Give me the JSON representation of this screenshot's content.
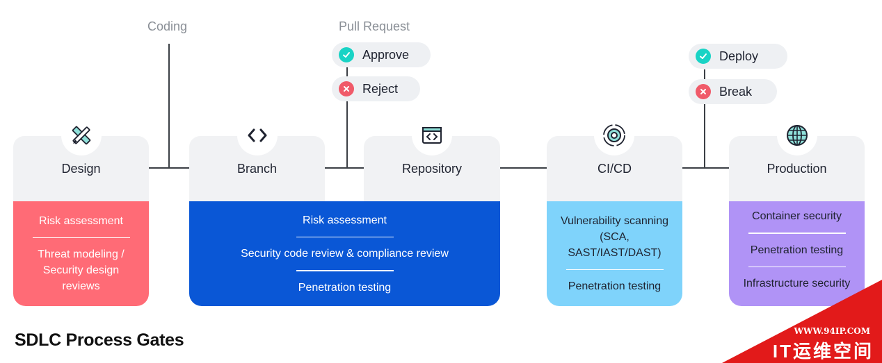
{
  "gates": {
    "coding": "Coding",
    "pull_request": "Pull Request"
  },
  "pr_options": {
    "approve": "Approve",
    "reject": "Reject"
  },
  "deploy_options": {
    "deploy": "Deploy",
    "break": "Break"
  },
  "stages": {
    "design": "Design",
    "branch": "Branch",
    "repository": "Repository",
    "cicd": "CI/CD",
    "production": "Production"
  },
  "panels": {
    "design": [
      "Risk assessment",
      "Threat modeling / Security design reviews"
    ],
    "branch_repo": [
      "Risk assessment",
      "Security code review & compliance review",
      "Penetration testing"
    ],
    "cicd": [
      "Vulnerability scanning (SCA, SAST/IAST/DAST)",
      "Penetration testing"
    ],
    "production": [
      "Container security",
      "Penetration testing",
      "Infrastructure security"
    ]
  },
  "heading": "SDLC Process Gates",
  "watermark": {
    "url": "WWW.94IP.COM",
    "name": "IT运维空间"
  },
  "colors": {
    "design_panel": "#ff6b76",
    "branch_panel": "#0a57d6",
    "cicd_panel": "#7fd3fb",
    "production_panel": "#b093f6",
    "approve": "#19d3c5",
    "reject": "#f05a69",
    "stage_bg": "#f1f2f4"
  }
}
